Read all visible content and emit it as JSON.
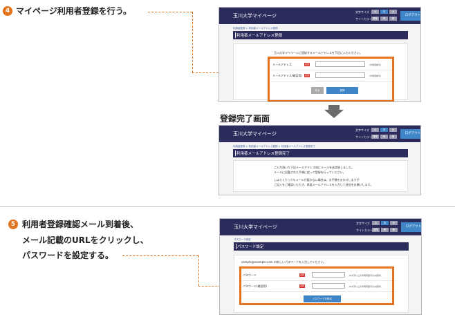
{
  "steps": {
    "s4": {
      "number": "4",
      "text": "マイページ利用者登録を行う。"
    },
    "s5": {
      "number": "5",
      "lines": [
        "利用者登録確認メール到着後、",
        "メール記載のURLをクリックし、",
        "パスワードを設定する。"
      ]
    }
  },
  "complete_label": "登録完了画面",
  "header": {
    "title": "玉川大学マイページ",
    "font_label": "文字サイズ",
    "site_label": "サイトカラー",
    "size_btns": [
      "小",
      "中",
      "大"
    ],
    "color_btns": [
      "標準",
      "青",
      "黒"
    ],
    "logout": "ログアウト"
  },
  "screen1": {
    "breadcrumb": "利用者登録 > 利用者メールアドレス登録",
    "title": "利用者メールアドレス登録",
    "instruction": "玉川大学マイページに登録するメールアドレスを下記に入力ください。",
    "email_label": "メールアドレス",
    "email_confirm_label": "メールアドレス(確認用)",
    "required": "必須",
    "email_note": "(半角英数字)",
    "confirm_note": "(半角英数字)",
    "back_btn": "戻る",
    "submit_btn": "登録"
  },
  "screen2": {
    "breadcrumb": "利用者登録 > 利用者メールアドレス登録 > 利用者メールアドレス登録完了",
    "title": "利用者メールアドレス登録完了",
    "msg1": "ご入力頂いた下記メールアドレス宛にメールを送信致しました。",
    "msg2": "メールに記載された手順に従って登録を行ってください。",
    "msg3": "しばらくたってもメールが届かない場合は、お手数をおかけしますが",
    "msg4": "ご記入をご確認いただき、再度メールアドレスを入力して送信をお願いします。"
  },
  "screen3": {
    "breadcrumb": "パスワード設定",
    "title": "パスワード設定",
    "instruction": "sample@example.com の新しいパスワードを入力してください。",
    "pw_label": "パスワード",
    "pw_confirm_label": "パスワード(確認用)",
    "required": "必須",
    "pw_note": "(8文字以上の半角英数字のみ使用)",
    "pw_confirm_note": "(8文字以上の半角英数字のみ使用)",
    "submit_btn": "パスワードを設定"
  }
}
